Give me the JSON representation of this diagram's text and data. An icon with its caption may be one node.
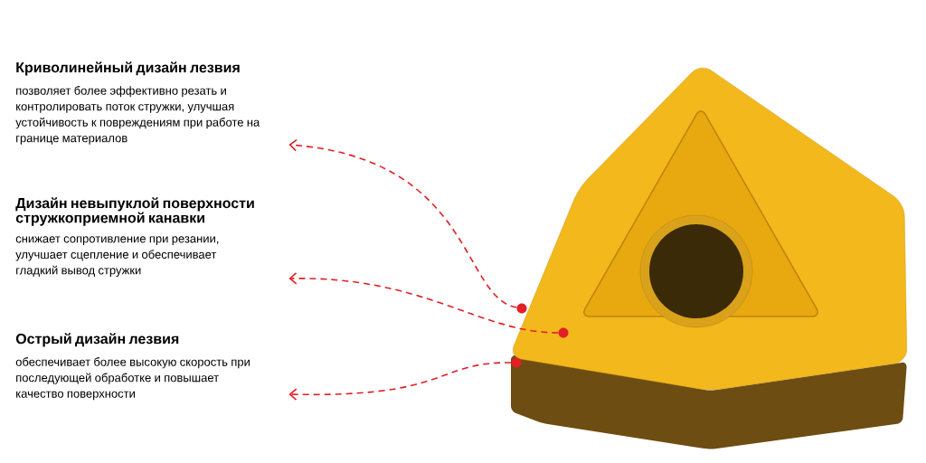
{
  "diagram": {
    "nodes": [
      {
        "text": [
          "Криволинейный дизайн лезвия",
          "позволяет более эффективно резать и контролировать поток стружки, улучшая устойчивость к повреждениям при работе на границе материалов"
        ]
      },
      {
        "text": [
          "Дизайн невыпуклой поверхности стружкоприемной канавки",
          "снижает сопротивление при резании, улучшает сцепление и обеспечивает гладкий вывод стружки"
        ]
      },
      {
        "text": [
          "Острый дизайн лезвия",
          "обеспечивает более высокую скорость при последующей обработке и повышает качество поверхности"
        ]
      },
      {
        "text": [],
        "shape": "picture"
      },
      {
        "text": [],
        "shape": "circle",
        "in": 3
      },
      {
        "text": [],
        "shape": "circle",
        "in": 3
      },
      {
        "text": [],
        "shape": "circle",
        "in": 3
      }
    ],
    "edges": [
      {
        "from": 4,
        "to": 0,
        "arrow": "to",
        "style": "dashed"
      },
      {
        "from": 5,
        "to": 1,
        "arrow": "to",
        "style": "dashed"
      },
      {
        "from": 6,
        "to": 2,
        "arrow": "to",
        "style": "dashed"
      }
    ]
  }
}
